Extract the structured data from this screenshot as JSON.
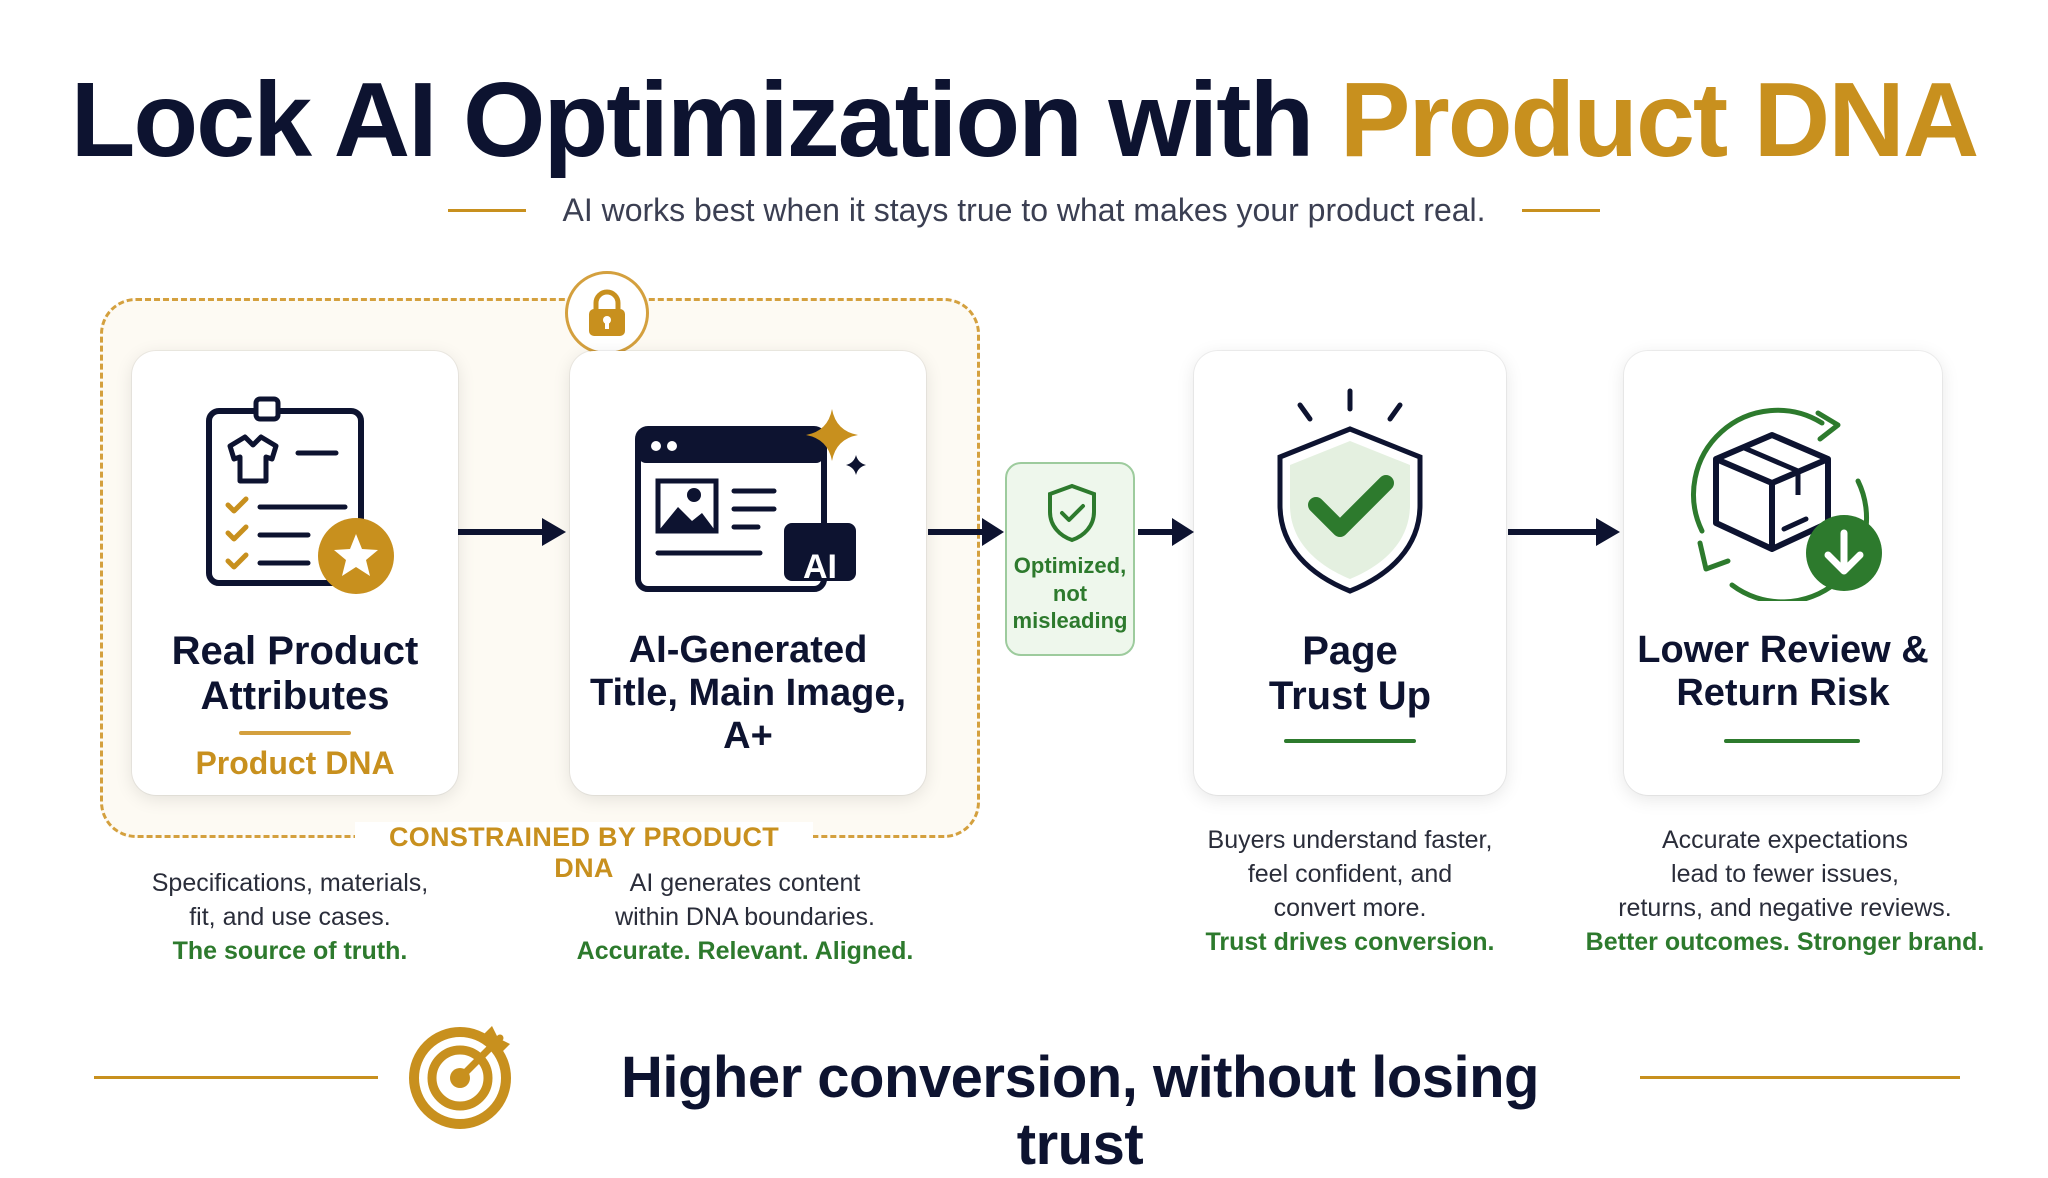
{
  "header": {
    "title_part1": "Lock AI Optimization with ",
    "title_accent": "Product DNA",
    "subtitle": "AI works best when it stays true to what makes your product real."
  },
  "region": {
    "label": "CONSTRAINED BY PRODUCT DNA"
  },
  "badge": {
    "lines": [
      "Optimized,",
      "not",
      "misleading"
    ]
  },
  "steps": [
    {
      "title_lines": [
        "Real Product",
        "Attributes"
      ],
      "sublabel": "Product DNA",
      "desc_lines": [
        "Specifications, materials,",
        "fit, and use cases."
      ],
      "highlight": "The source of truth."
    },
    {
      "title_lines": [
        "AI-Generated",
        "Title, Main Image, A+"
      ],
      "ai_tag": "AI",
      "desc_lines": [
        "AI generates content",
        "within DNA boundaries."
      ],
      "highlight": "Accurate. Relevant. Aligned."
    },
    {
      "title_lines": [
        "Page",
        "Trust Up"
      ],
      "desc_lines": [
        "Buyers understand faster,",
        "feel confident, and",
        "convert more."
      ],
      "highlight": "Trust drives conversion."
    },
    {
      "title_lines": [
        "Lower Review &",
        "Return Risk"
      ],
      "desc_lines": [
        "Accurate expectations",
        "lead to fewer issues,",
        "returns, and negative reviews."
      ],
      "highlight": "Better outcomes. Stronger brand."
    }
  ],
  "footer": {
    "tagline": "Higher conversion, without losing trust"
  },
  "colors": {
    "navy": "#0d1330",
    "gold": "#c8901e",
    "green": "#2d7a2d"
  }
}
